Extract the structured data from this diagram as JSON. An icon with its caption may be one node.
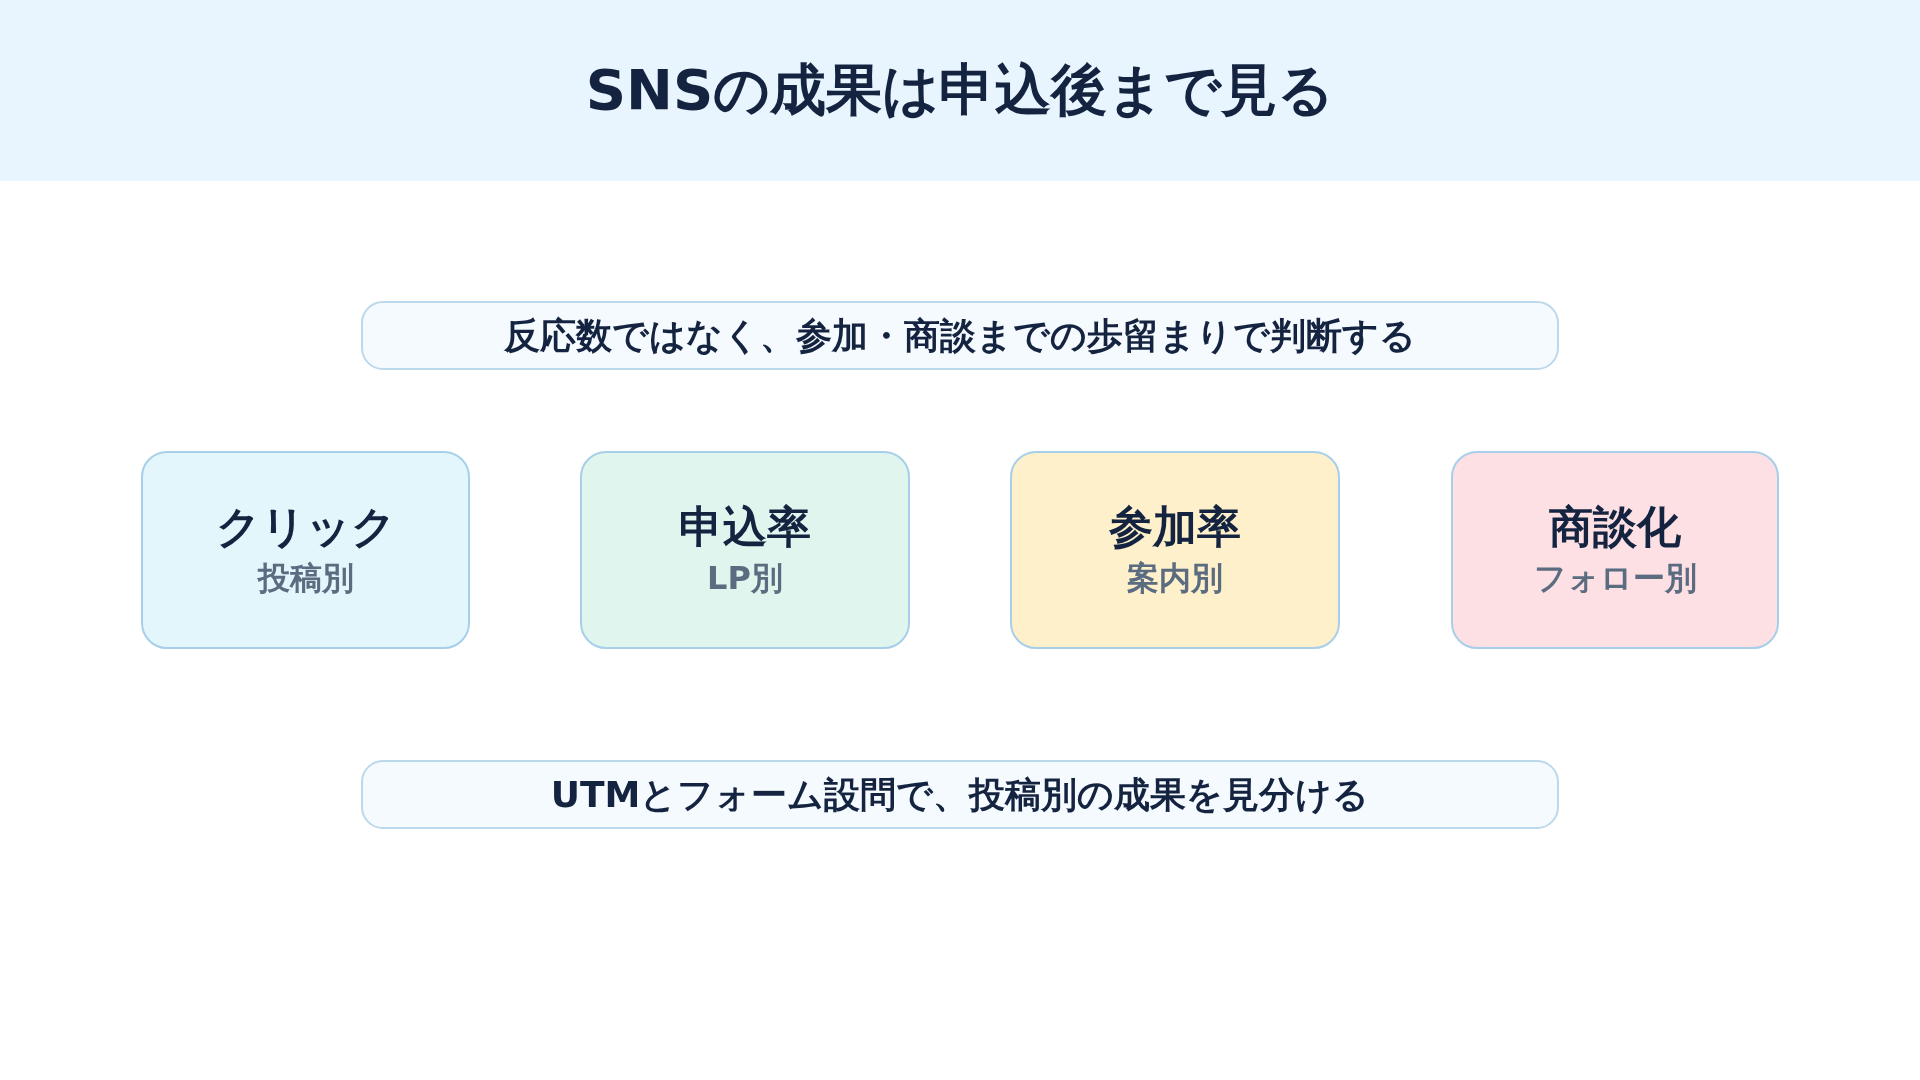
{
  "diagram": {
    "title": "SNSの成果は申込後まで見る",
    "nodes": [
      {
        "text": [
          "反応数ではなく、参加・商談までの歩留まりで判断する"
        ]
      },
      {
        "text": [
          "クリック",
          "投稿別"
        ]
      },
      {
        "text": [
          "申込率",
          "LP別"
        ]
      },
      {
        "text": [
          "参加率",
          "案内別"
        ]
      },
      {
        "text": [
          "商談化",
          "フォロー別"
        ]
      },
      {
        "text": [
          "UTMとフォーム設問で、投稿別の成果を見分ける"
        ]
      }
    ]
  }
}
